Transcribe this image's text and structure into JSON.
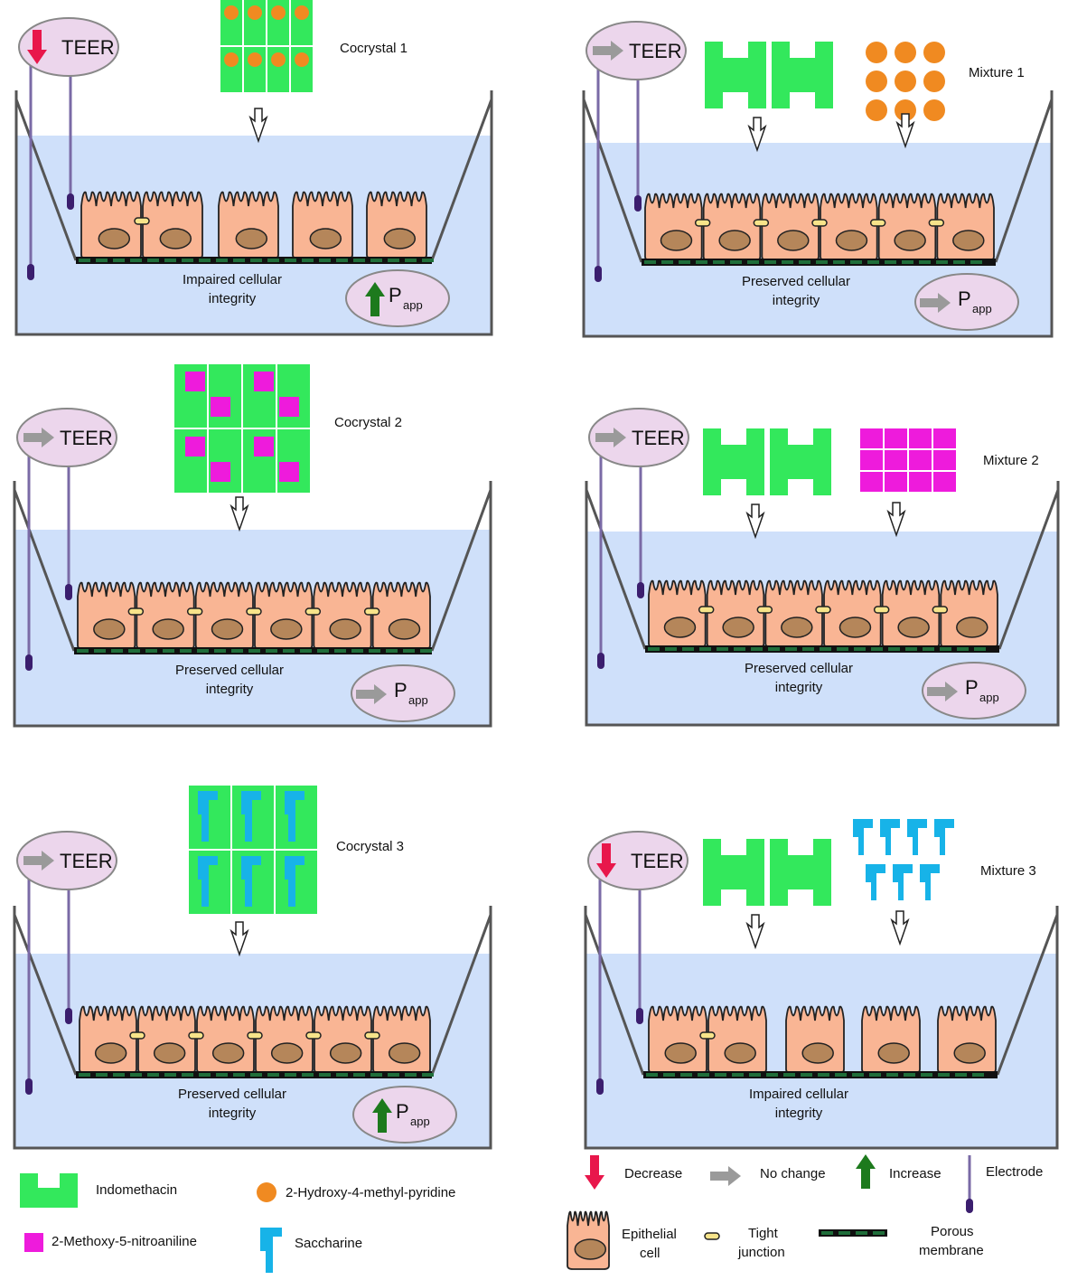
{
  "colors": {
    "medium": "#cfe0fa",
    "tank_stroke": "#555555",
    "cell_fill": "#f9b594",
    "cell_stroke": "#222222",
    "nucleus": "#b5865a",
    "tight_junction": "#f7e48a",
    "membrane": "#1f6e3a",
    "indomethacin": "#33e85c",
    "hydroxy_pyridine": "#f08a21",
    "methoxy_nitroaniline": "#ee1bdc",
    "saccharine": "#17b3e8",
    "oval_fill": "#ecd6ec",
    "decrease": "#e8174b",
    "no_change": "#9a9a9a",
    "increase": "#1d7a1d",
    "electrode": "#7a6aa6",
    "electrode_tip": "#3b1e6e"
  },
  "panels": [
    {
      "id": "cocrystal-1",
      "title": "Cocrystal 1",
      "teer_label": "TEER",
      "teer_change": "decrease",
      "papp_label": "P",
      "papp_subscript": "app",
      "papp_change": "increase",
      "integrity_line1": "Impaired cellular",
      "integrity_line2": "integrity",
      "cells_intact": false,
      "compound": "cocrystal",
      "coformer": "hydroxy_pyridine"
    },
    {
      "id": "mixture-1",
      "title": "Mixture 1",
      "teer_label": "TEER",
      "teer_change": "no_change",
      "papp_label": "P",
      "papp_subscript": "app",
      "papp_change": "no_change",
      "integrity_line1": "Preserved cellular",
      "integrity_line2": "integrity",
      "cells_intact": true,
      "compound": "mixture",
      "coformer": "hydroxy_pyridine"
    },
    {
      "id": "cocrystal-2",
      "title": "Cocrystal 2",
      "teer_label": "TEER",
      "teer_change": "no_change",
      "papp_label": "P",
      "papp_subscript": "app",
      "papp_change": "no_change",
      "integrity_line1": "Preserved cellular",
      "integrity_line2": "integrity",
      "cells_intact": true,
      "compound": "cocrystal",
      "coformer": "methoxy_nitroaniline"
    },
    {
      "id": "mixture-2",
      "title": "Mixture 2",
      "teer_label": "TEER",
      "teer_change": "no_change",
      "papp_label": "P",
      "papp_subscript": "app",
      "papp_change": "no_change",
      "integrity_line1": "Preserved cellular",
      "integrity_line2": "integrity",
      "cells_intact": true,
      "compound": "mixture",
      "coformer": "methoxy_nitroaniline"
    },
    {
      "id": "cocrystal-3",
      "title": "Cocrystal 3",
      "teer_label": "TEER",
      "teer_change": "no_change",
      "papp_label": "P",
      "papp_subscript": "app",
      "papp_change": "increase",
      "integrity_line1": "Preserved cellular",
      "integrity_line2": "integrity",
      "cells_intact": true,
      "compound": "cocrystal",
      "coformer": "saccharine"
    },
    {
      "id": "mixture-3",
      "title": "Mixture 3",
      "teer_label": "TEER",
      "teer_change": "decrease",
      "papp_label": null,
      "papp_subscript": null,
      "papp_change": null,
      "integrity_line1": "Impaired cellular",
      "integrity_line2": "integrity",
      "cells_intact": false,
      "compound": "mixture",
      "coformer": "saccharine"
    }
  ],
  "legend": {
    "indomethacin": "Indomethacin",
    "hydroxy_pyridine": "2-Hydroxy-4-methyl-pyridine",
    "methoxy_nitroaniline": "2-Methoxy-5-nitroaniline",
    "saccharine": "Saccharine",
    "decrease": "Decrease",
    "no_change": "No change",
    "increase": "Increase",
    "electrode": "Electrode",
    "epithelial_cell_1": "Epithelial",
    "epithelial_cell_2": "cell",
    "tight_junction_1": "Tight",
    "tight_junction_2": "junction",
    "porous_membrane_1": "Porous",
    "porous_membrane_2": "membrane"
  }
}
